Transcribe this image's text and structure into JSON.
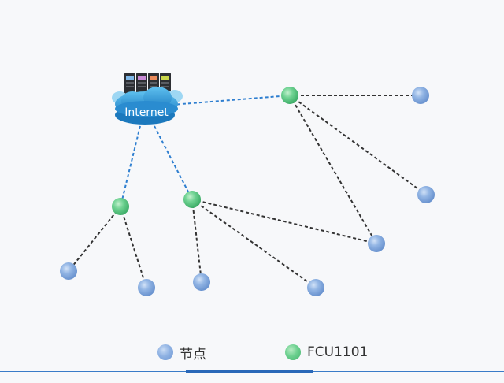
{
  "colors": {
    "node": "#8fb2e3",
    "fcu": "#6cd08f",
    "uplink": "#2f7fd0",
    "link": "#333333",
    "accent": "#2a68b8"
  },
  "internet": {
    "label": "Internet",
    "icon": "cloud-server-icon"
  },
  "network": {
    "gateways": [
      {
        "id": "g1",
        "type": "FCU1101"
      },
      {
        "id": "g2",
        "type": "FCU1101"
      },
      {
        "id": "g3",
        "type": "FCU1101"
      }
    ],
    "nodes": [
      {
        "id": "n1",
        "type": "节点"
      },
      {
        "id": "n2",
        "type": "节点"
      },
      {
        "id": "n3",
        "type": "节点"
      },
      {
        "id": "n4",
        "type": "节点"
      },
      {
        "id": "n5",
        "type": "节点"
      },
      {
        "id": "n6",
        "type": "节点"
      },
      {
        "id": "n7",
        "type": "节点"
      },
      {
        "id": "n8",
        "type": "节点"
      }
    ],
    "uplinks": [
      {
        "from": "internet",
        "to": "g1"
      },
      {
        "from": "internet",
        "to": "g2"
      },
      {
        "from": "internet",
        "to": "g3"
      }
    ],
    "links": [
      {
        "from": "g1",
        "to": "n1"
      },
      {
        "from": "g1",
        "to": "n2"
      },
      {
        "from": "g1",
        "to": "n3"
      },
      {
        "from": "g2",
        "to": "n4"
      },
      {
        "from": "g2",
        "to": "n5"
      },
      {
        "from": "g3",
        "to": "n6"
      },
      {
        "from": "g3",
        "to": "n7"
      },
      {
        "from": "g3",
        "to": "n3"
      }
    ]
  },
  "legend": {
    "node_label": "节点",
    "fcu_label": "FCU1101"
  }
}
